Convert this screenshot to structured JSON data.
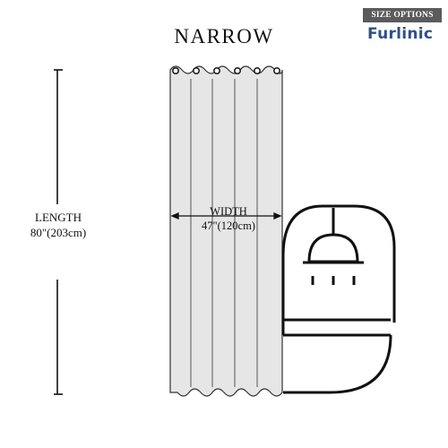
{
  "header": {
    "badge": "SIZE OPTIONS",
    "brand": "Furlinic"
  },
  "title": "NARROW",
  "dimensions": {
    "length_label": "LENGTH",
    "length_value": "80\"(203cm)",
    "width_label": "WIDTH",
    "width_value": "47\"(120cm)"
  },
  "icons": [
    "curtain-panel",
    "shower-head",
    "bathtub"
  ],
  "colors": {
    "badge_bg": "#5b5b5b",
    "brand": "#2f4f8c",
    "curtain_fill": "#e6e6e6",
    "line": "#111111"
  }
}
